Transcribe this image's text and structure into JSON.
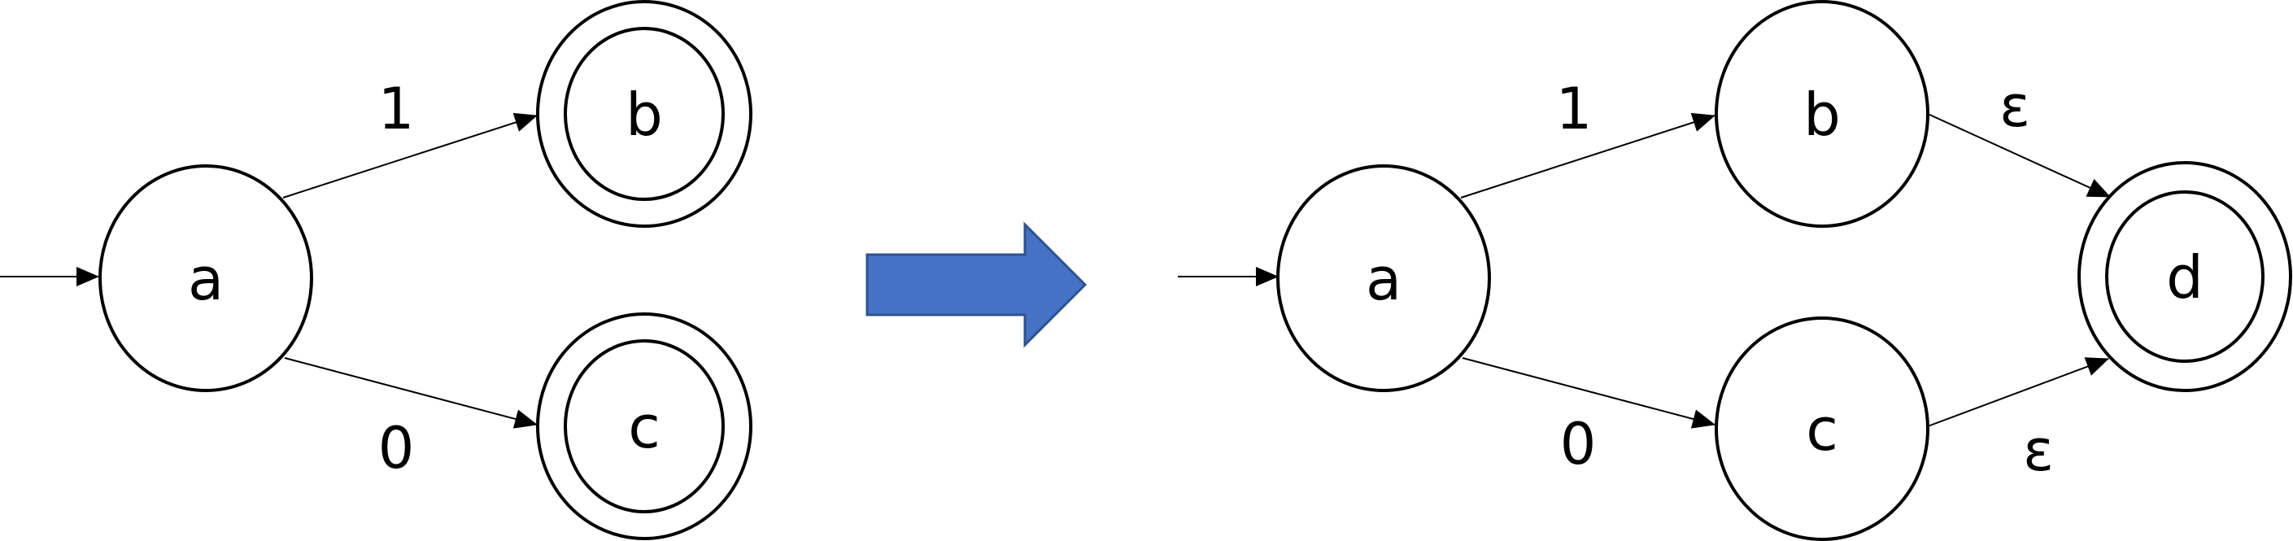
{
  "colors": {
    "stroke": "#000000",
    "background": "#ffffff",
    "arrow_fill": "#4472c4",
    "arrow_stroke": "#2f528f"
  },
  "left_nfa": {
    "states": {
      "a": "a",
      "b": "b",
      "c": "c"
    },
    "accepting_states": [
      "b",
      "c"
    ],
    "start_state": "a",
    "transitions": [
      {
        "from": "a",
        "to": "b",
        "label": "1"
      },
      {
        "from": "a",
        "to": "c",
        "label": "0"
      }
    ]
  },
  "transform_arrow": {
    "icon": "block-arrow-right-icon"
  },
  "right_nfa": {
    "states": {
      "a": "a",
      "b": "b",
      "c": "c",
      "d": "d"
    },
    "accepting_states": [
      "d"
    ],
    "start_state": "a",
    "transitions": [
      {
        "from": "a",
        "to": "b",
        "label": "1"
      },
      {
        "from": "a",
        "to": "c",
        "label": "0"
      },
      {
        "from": "b",
        "to": "d",
        "label": "ε"
      },
      {
        "from": "c",
        "to": "d",
        "label": "ε"
      }
    ]
  }
}
